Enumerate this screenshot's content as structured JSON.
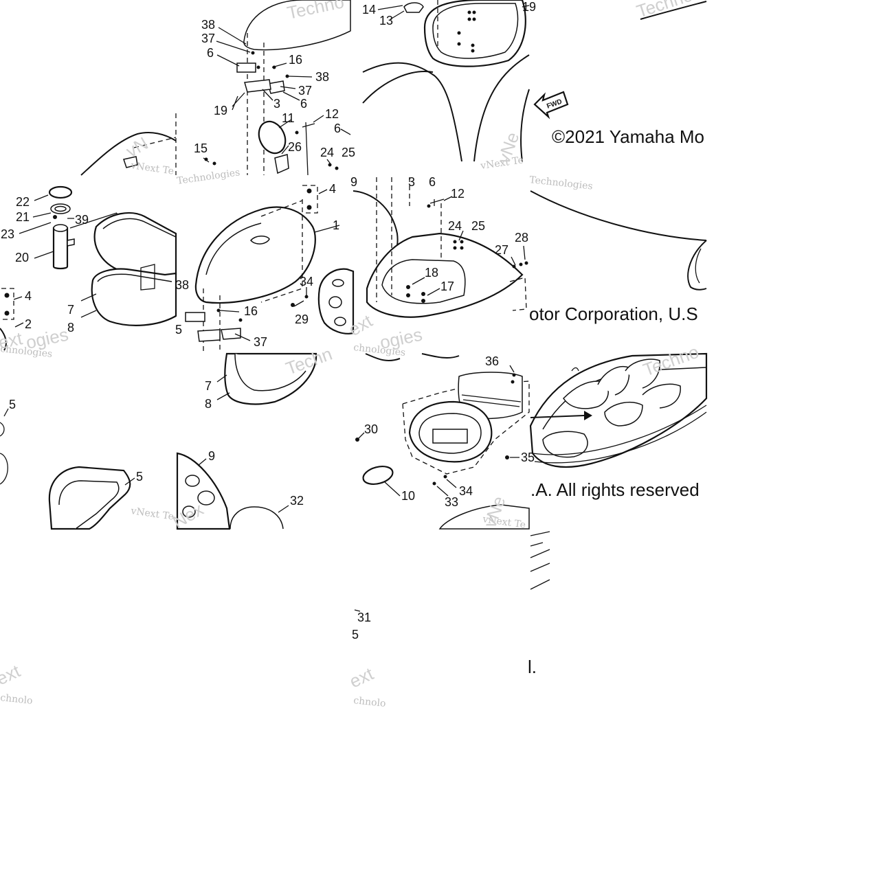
{
  "diagram": {
    "copyright": {
      "line1": "©2021 Yamaha Mo",
      "line2": "otor Corporation, U.S",
      "line3": ".A. All rights reserved",
      "line4": "l."
    },
    "fwd_label": "FWD",
    "watermarks": {
      "word_a": "Techno",
      "word_b": "vNext Te",
      "word_c": "Technologies",
      "word_d": "vNext",
      "word_e": "ext",
      "word_f": "chnologies",
      "word_g": "vNext Technologies"
    },
    "callouts": {
      "t0": [
        "38",
        "37",
        "6",
        "16",
        "38",
        "37",
        "6",
        "3",
        "19",
        "11",
        "12",
        "6",
        "15",
        "26",
        "24",
        "25",
        "14",
        "13"
      ],
      "t1": [
        "22",
        "21",
        "39",
        "23",
        "20",
        "4",
        "7",
        "8",
        "2"
      ],
      "t2": [
        "4",
        "1",
        "38",
        "16",
        "37",
        "34",
        "29"
      ],
      "t3": [
        "9",
        "3",
        "6",
        "12",
        "24",
        "25",
        "28",
        "27",
        "18",
        "17"
      ],
      "t4": [
        "5",
        "5"
      ],
      "t5": [
        "7",
        "8",
        "9",
        "32"
      ],
      "t6": [
        "36",
        "30",
        "35",
        "34",
        "33",
        "10",
        "31",
        "5"
      ]
    }
  }
}
